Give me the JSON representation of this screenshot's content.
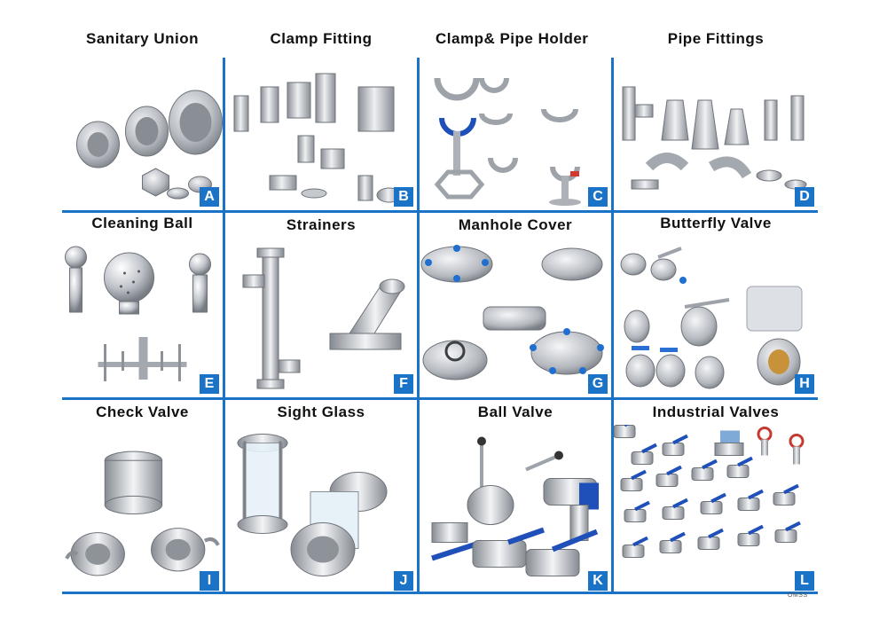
{
  "colors": {
    "accent": "#1a73c6",
    "title": "#111111",
    "metal": "#c9ccd1",
    "handle": "#1f4fb8"
  },
  "catalog": {
    "cells": [
      {
        "title": "Sanitary Union",
        "letter": "A",
        "icon": "union-icon"
      },
      {
        "title": "Clamp Fitting",
        "letter": "B",
        "icon": "clamp-fitting-icon"
      },
      {
        "title": "Clamp& Pipe  Holder",
        "letter": "C",
        "icon": "pipe-holder-icon"
      },
      {
        "title": "Pipe Fittings",
        "letter": "D",
        "icon": "pipe-fitting-icon"
      },
      {
        "title": "Cleaning Ball",
        "letter": "E",
        "icon": "cleaning-ball-icon"
      },
      {
        "title": "Strainers",
        "letter": "F",
        "icon": "strainer-icon"
      },
      {
        "title": "Manhole Cover",
        "letter": "G",
        "icon": "manhole-cover-icon"
      },
      {
        "title": "Butterfly Valve",
        "letter": "H",
        "icon": "butterfly-valve-icon"
      },
      {
        "title": "Check Valve",
        "letter": "I",
        "icon": "check-valve-icon"
      },
      {
        "title": "Sight Glass",
        "letter": "J",
        "icon": "sight-glass-icon"
      },
      {
        "title": "Ball Valve",
        "letter": "K",
        "icon": "ball-valve-icon"
      },
      {
        "title": "Industrial  Valves",
        "letter": "L",
        "icon": "industrial-valve-icon"
      }
    ],
    "brand": "OMSS"
  }
}
